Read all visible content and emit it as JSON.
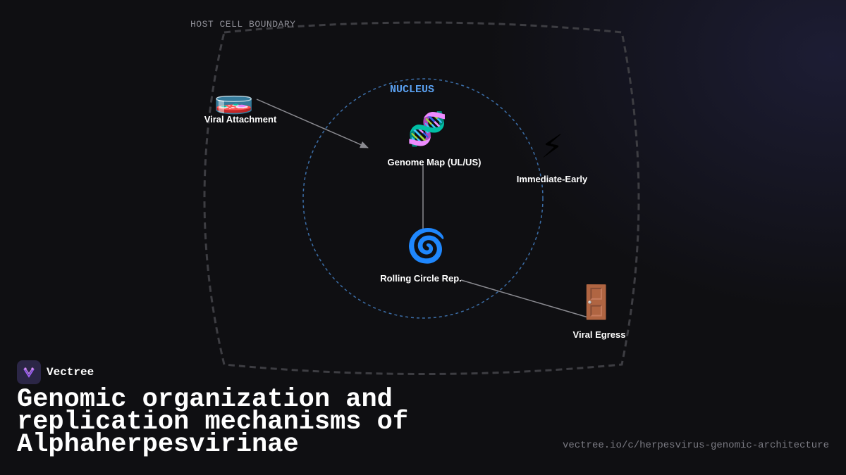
{
  "diagram": {
    "cell_boundary_label": "HOST CELL BOUNDARY",
    "nucleus_label": "NUCLEUS",
    "nodes": [
      {
        "id": "attachment",
        "label": "Viral Attachment",
        "icon": "🧫",
        "icon_name": "petri-dish-icon"
      },
      {
        "id": "genome",
        "label": "Genome Map (UL/US)",
        "icon": "🧬",
        "icon_name": "dna-icon"
      },
      {
        "id": "immediate",
        "label": "Immediate-Early",
        "icon": "⚡",
        "icon_name": "lightning-icon"
      },
      {
        "id": "rolling",
        "label": "Rolling Circle Rep.",
        "icon": "🌀",
        "icon_name": "cyclone-icon"
      },
      {
        "id": "egress",
        "label": "Viral Egress",
        "icon": "🚪",
        "icon_name": "door-icon"
      }
    ],
    "edges": [
      {
        "from": "attachment",
        "to": "genome",
        "arrow": true
      },
      {
        "from": "genome",
        "to": "rolling",
        "arrow": false
      },
      {
        "from": "rolling",
        "to": "egress",
        "arrow": false
      }
    ]
  },
  "brand": {
    "name": "Vectree"
  },
  "title": "Genomic organization and replication mechanisms of Alphaherpesvirinae",
  "url": "vectree.io/c/herpesvirus-genomic-architecture",
  "colors": {
    "background": "#0f0f12",
    "cell_boundary": "#3d3d42",
    "nucleus": "#3c6ea8",
    "nucleus_label": "#5aa0f0",
    "edge": "#8a8a90"
  }
}
